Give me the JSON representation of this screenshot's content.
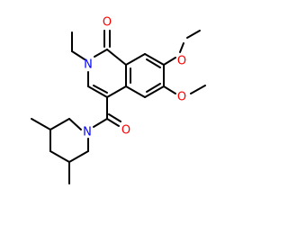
{
  "molecule": {
    "atoms": [
      {
        "id": "O1",
        "symbol": "O",
        "name": "atom-o-carbonyl-ring",
        "color": "#ff0000"
      },
      {
        "id": "N1",
        "symbol": "N",
        "name": "atom-n-ring",
        "color": "#0000ff"
      },
      {
        "id": "O2",
        "symbol": "O",
        "name": "atom-o-methoxy-7",
        "color": "#ff0000"
      },
      {
        "id": "O3",
        "symbol": "O",
        "name": "atom-o-methoxy-6",
        "color": "#ff0000"
      },
      {
        "id": "O4",
        "symbol": "O",
        "name": "atom-o-amide",
        "color": "#ff0000"
      },
      {
        "id": "N2",
        "symbol": "N",
        "name": "atom-n-piperidine",
        "color": "#0000ff"
      }
    ],
    "bond_color": "#000000"
  }
}
